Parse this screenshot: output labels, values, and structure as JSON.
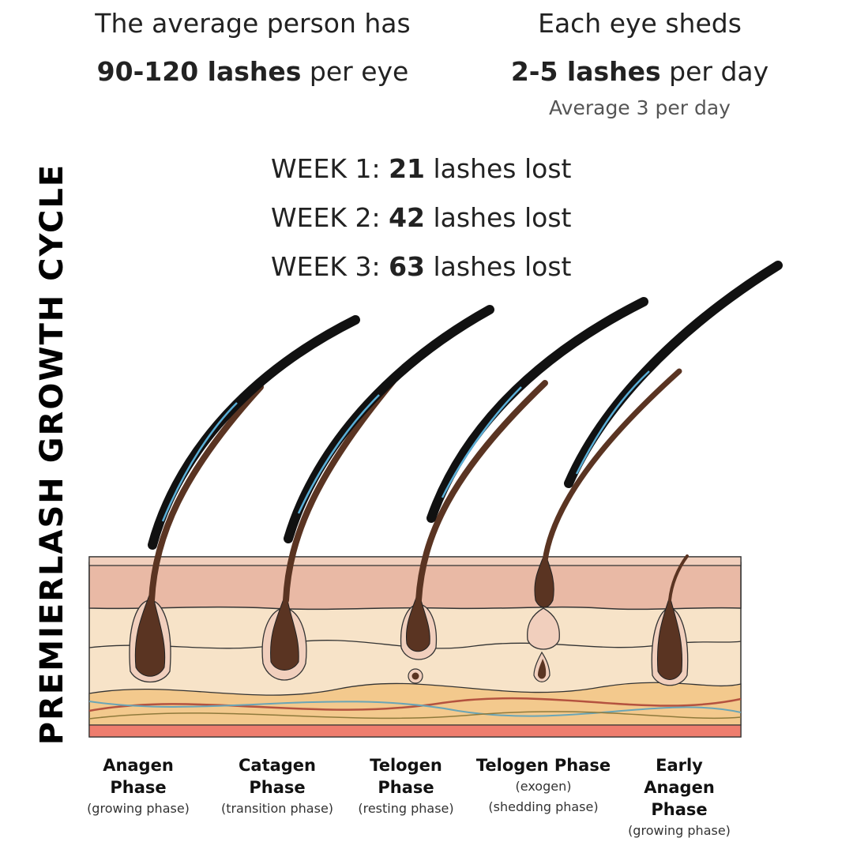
{
  "side_title": "PREMIERLASH GROWTH CYCLE",
  "stats": {
    "left": {
      "line1": "The average person has",
      "bold": "90-120 lashes",
      "rest": " per eye"
    },
    "right": {
      "line1": "Each eye sheds",
      "bold": "2-5 lashes",
      "rest": " per day",
      "note": "Average 3 per day"
    }
  },
  "weeks": [
    {
      "prefix": "WEEK 1: ",
      "count": "21",
      "suffix": " lashes lost"
    },
    {
      "prefix": "WEEK 2: ",
      "count": "42",
      "suffix": " lashes lost"
    },
    {
      "prefix": "WEEK 3: ",
      "count": "63",
      "suffix": " lashes lost"
    }
  ],
  "phases": [
    {
      "name1": "Anagen",
      "name2": "Phase",
      "name3": "",
      "sub1": "(growing phase)",
      "sub2": ""
    },
    {
      "name1": "Catagen",
      "name2": "Phase",
      "name3": "",
      "sub1": "(transition phase)",
      "sub2": ""
    },
    {
      "name1": "Telogen",
      "name2": "Phase",
      "name3": "",
      "sub1": "(resting phase)",
      "sub2": ""
    },
    {
      "name1": "Telogen Phase",
      "name2": "",
      "name3": "",
      "sub1": "(exogen)",
      "sub2": "(shedding phase)"
    },
    {
      "name1": "Early",
      "name2": "Anagen",
      "name3": "Phase",
      "sub1": "(growing phase)",
      "sub2": ""
    }
  ],
  "colors": {
    "skin_top": "#e9b9a5",
    "skin_mid": "#f7e3c8",
    "fat": "#f3c98d",
    "base": "#ee7d6e",
    "hair_root": "#5a3422",
    "lash_black": "#111111",
    "lash_highlight": "#5aaed6"
  }
}
